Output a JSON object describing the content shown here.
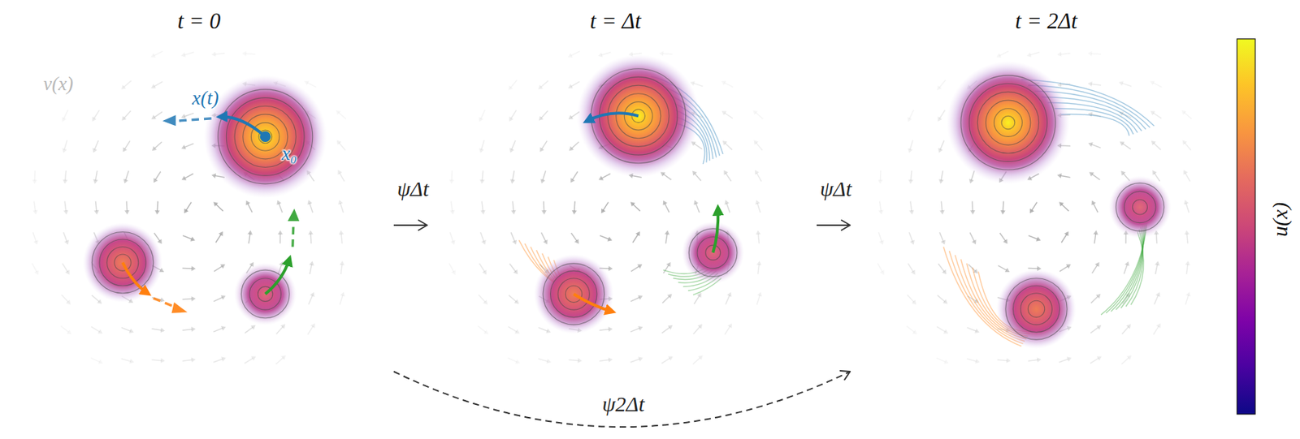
{
  "diagram": {
    "nodes": [
      {
        "text": [
          "t = 0"
        ]
      },
      {
        "text": [
          "t = Δt"
        ]
      },
      {
        "text": [
          "t = 2Δt"
        ]
      }
    ],
    "edges": [
      {
        "from": 0,
        "to": 1,
        "arrow": "to",
        "label": "ψΔt"
      },
      {
        "from": 1,
        "to": 2,
        "arrow": "to",
        "label": "ψΔt"
      },
      {
        "from": 0,
        "to": 2,
        "arrow": "to",
        "label": "ψ2Δt"
      }
    ],
    "labels": [
      "v(x)",
      "x(t)",
      "x₀",
      "u(x)"
    ]
  }
}
